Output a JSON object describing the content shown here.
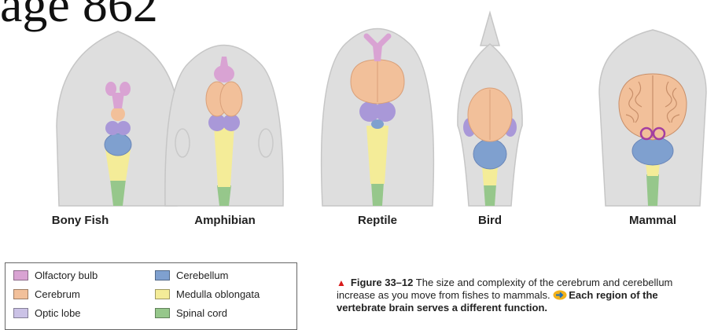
{
  "heading": "age 862",
  "animals": [
    {
      "name": "Bony Fish"
    },
    {
      "name": "Amphibian"
    },
    {
      "name": "Reptile"
    },
    {
      "name": "Bird"
    },
    {
      "name": "Mammal"
    }
  ],
  "legend": [
    {
      "label": "Olfactory bulb",
      "color": "#d9a3d3"
    },
    {
      "label": "Cerebrum",
      "color": "#f2c09a"
    },
    {
      "label": "Optic lobe",
      "color": "#cbc2e6"
    },
    {
      "label": "Cerebellum",
      "color": "#7fa0cf"
    },
    {
      "label": "Medulla oblongata",
      "color": "#f4ec98"
    },
    {
      "label": "Spinal cord",
      "color": "#96c78b"
    }
  ],
  "caption": {
    "figure_label": "Figure 33–12",
    "text": " The size and complexity of the cerebrum and cerebellum increase as you move from fishes to mammals. ",
    "key_concept": "Each region of the vertebrate brain serves a different function."
  },
  "colors": {
    "head": "#dedede",
    "head_stroke": "#c6c6c6",
    "olfactory": "#d9a3d3",
    "cerebrum": "#f2c09a",
    "optic": "#a998d8",
    "cerebellum": "#7fa0cf",
    "medulla": "#f4ec98",
    "spinal": "#96c78b",
    "triangle": "#d81b1b",
    "key_icon": "#f2b21c"
  }
}
